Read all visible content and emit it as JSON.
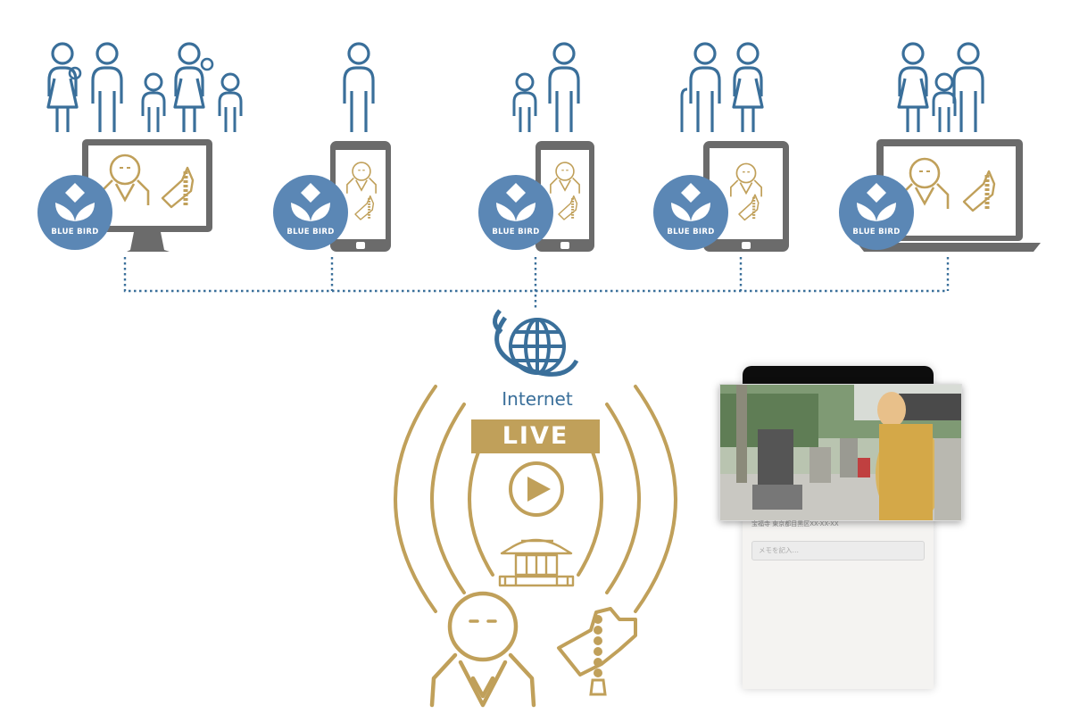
{
  "colors": {
    "primary_blue": "#3a6f9a",
    "badge_blue": "#5b87b5",
    "gold": "#c0a05a",
    "device_gray": "#6b6b6b",
    "dotted_line": "#3a6f9a"
  },
  "brand_badge": "BLUE BIRD",
  "network_label": "Internet",
  "live_label": "LIVE",
  "devices": [
    {
      "type": "desktop-monitor",
      "viewer_group": "family-of-five"
    },
    {
      "type": "smartphone",
      "viewer_group": "single-person"
    },
    {
      "type": "smartphone",
      "viewer_group": "parent-with-child"
    },
    {
      "type": "tablet",
      "viewer_group": "elderly-couple"
    },
    {
      "type": "laptop",
      "viewer_group": "couple-with-child"
    }
  ],
  "icons": [
    "play-icon",
    "temple-icon",
    "monk-icon",
    "prayer-hand-icon",
    "globe-icon"
  ],
  "preview": {
    "caption": "宝福寺 東京都目黒区XX-XX-XX",
    "memo_placeholder": "メモを記入…"
  }
}
